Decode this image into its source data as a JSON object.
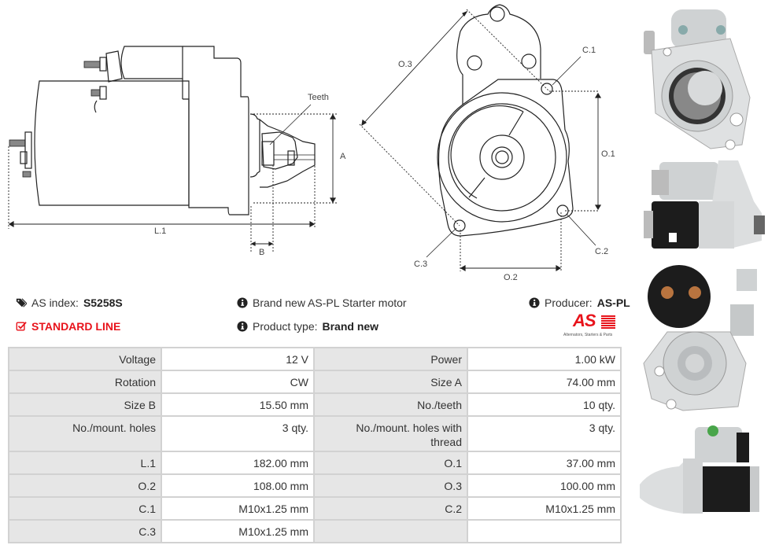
{
  "diagram_side": {
    "labels": {
      "teeth": "Teeth",
      "a": "A",
      "l1": "L.1",
      "b": "B"
    }
  },
  "diagram_front": {
    "labels": {
      "o3": "O.3",
      "c1": "C.1",
      "o1": "O.1",
      "c2": "C.2",
      "c3": "C.3",
      "o2": "O.2"
    }
  },
  "info": {
    "as_index_label": "AS index:",
    "as_index_value": "S5258S",
    "line": "STANDARD LINE",
    "description": "Brand new AS-PL Starter motor",
    "product_type_label": "Product type:",
    "product_type_value": "Brand new",
    "producer_label": "Producer:",
    "producer_value": "AS-PL",
    "logo_text": "AS",
    "logo_tagline": "Alternators, Starters & Parts",
    "accent_color": "#e8131b"
  },
  "specs": [
    [
      {
        "label": "Voltage",
        "value": "12 V"
      },
      {
        "label": "Power",
        "value": "1.00 kW"
      }
    ],
    [
      {
        "label": "Rotation",
        "value": "CW"
      },
      {
        "label": "Size A",
        "value": "74.00 mm"
      }
    ],
    [
      {
        "label": "Size B",
        "value": "15.50 mm"
      },
      {
        "label": "No./teeth",
        "value": "10 qty."
      }
    ],
    [
      {
        "label": "No./mount. holes",
        "value": "3 qty."
      },
      {
        "label": "No./mount. holes with thread",
        "value": "3 qty."
      }
    ],
    [
      {
        "label": "L.1",
        "value": "182.00 mm"
      },
      {
        "label": "O.1",
        "value": "37.00 mm"
      }
    ],
    [
      {
        "label": "O.2",
        "value": "108.00 mm"
      },
      {
        "label": "O.3",
        "value": "100.00 mm"
      }
    ],
    [
      {
        "label": "C.1",
        "value": "M10x1.25 mm"
      },
      {
        "label": "C.2",
        "value": "M10x1.25 mm"
      }
    ],
    [
      {
        "label": "C.3",
        "value": "M10x1.25 mm"
      },
      {
        "label": "",
        "value": ""
      }
    ]
  ],
  "photos": [
    {
      "name": "front-view"
    },
    {
      "name": "side-view-left"
    },
    {
      "name": "rear-view"
    },
    {
      "name": "side-view-right"
    }
  ]
}
